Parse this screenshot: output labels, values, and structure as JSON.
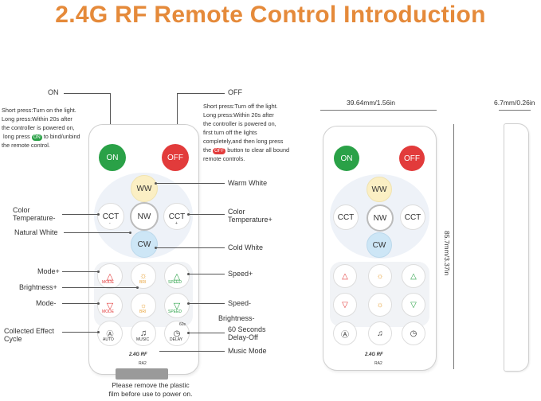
{
  "title": "2.4G RF Remote Control Introduction",
  "on_label": "ON",
  "off_label": "OFF",
  "on_desc": {
    "short": "Short press:Turn on the light.",
    "long1": "Long press:Within 20s after",
    "long2": "the controller is powered on,",
    "long3a": "long press",
    "long3b": "to bind/unbind",
    "long4": "the remote control."
  },
  "off_desc": {
    "short": "Short press:Turn off the light.",
    "long1": "Long press:Within 20s after",
    "long2": "the controller is powered on,",
    "long3": "first turn off the lights",
    "long4": "completely,and then long press",
    "long5b": "button to clear all bound",
    "long6": "remote controls."
  },
  "pill_on": "ON",
  "pill_off": "OFF",
  "callouts": {
    "warm_white": "Warm White",
    "color_temp_minus_1": "Color",
    "color_temp_minus_2": "Temperature-",
    "color_temp_plus_1": "Color",
    "color_temp_plus_2": "Temperature+",
    "natural_white": "Natural White",
    "cold_white": "Cold White",
    "mode_plus": "Mode+",
    "speed_plus": "Speed+",
    "brightness_plus": "Brightness+",
    "mode_minus": "Mode-",
    "speed_minus": "Speed-",
    "brightness_minus": "Brightness-",
    "collected_1": "Collected Effect",
    "collected_2": "Cycle",
    "delay_1": "60 Seconds",
    "delay_2": "Delay-Off",
    "music_mode": "Music Mode"
  },
  "keys": {
    "on": "ON",
    "off": "OFF",
    "ww": "WW",
    "cct": "CCT",
    "nw": "NW",
    "cw": "CW",
    "mode": "MODE",
    "bri": "BRI",
    "speed": "SPEED",
    "auto": "AUTO",
    "music": "MUSIC",
    "delay": "DELAY",
    "delay_badge": "60s",
    "brand": "2.4G RF",
    "model": "RA2"
  },
  "footer_1": "Please remove the plastic",
  "footer_2": "film before use to power on.",
  "dims": {
    "width": "39.64mm/1.56in",
    "thickness": "6.7mm/0.26in",
    "height": "85.7mm/3.37in"
  },
  "colors": {
    "title": "#e58a3a",
    "on": "#2aa147",
    "off": "#e23b3b",
    "ww": "#fbefc4",
    "cw": "#cde6f6",
    "mode": "#e23b3b",
    "bri": "#e8a33a",
    "speed": "#2aa147"
  }
}
